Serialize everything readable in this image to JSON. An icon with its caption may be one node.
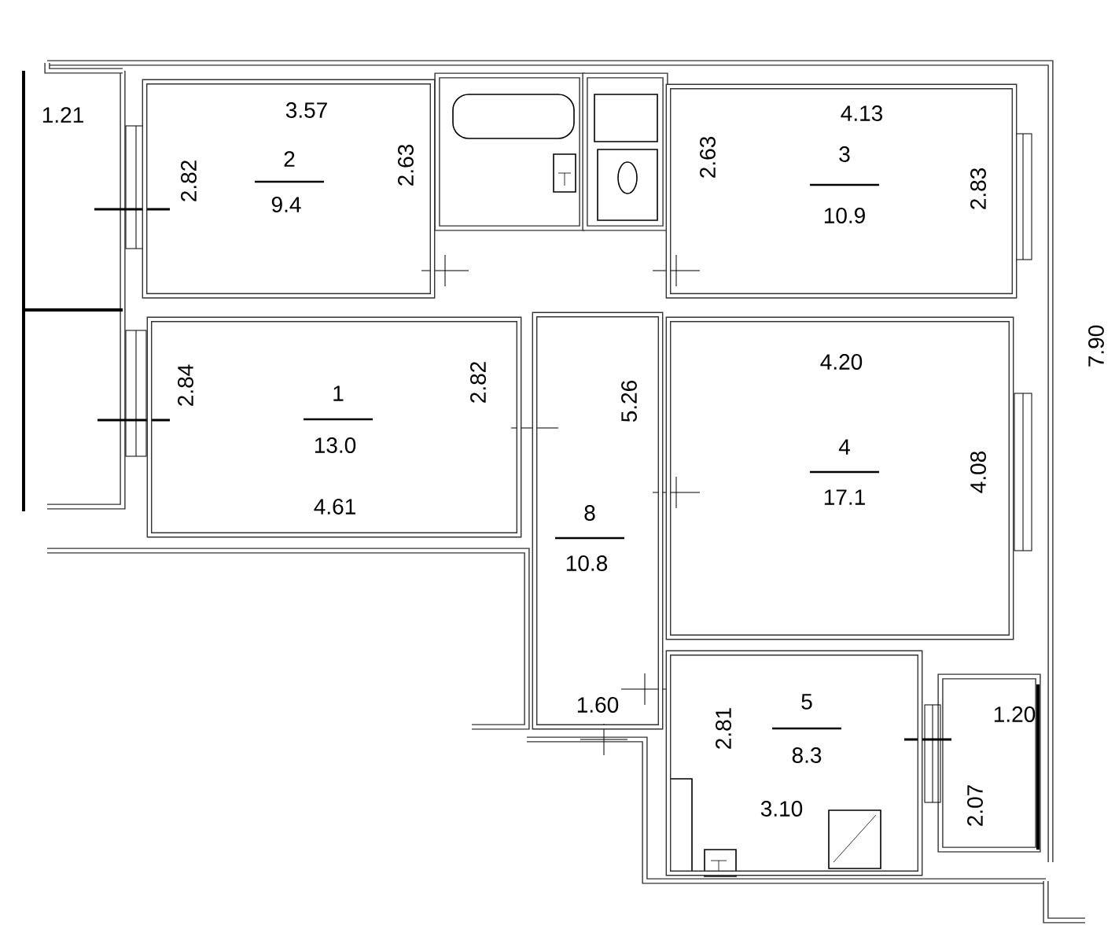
{
  "diagram": {
    "nodes": [
      {
        "text": [
          "2",
          "9.4"
        ]
      },
      {
        "text": [
          "3",
          "10.9"
        ]
      },
      {
        "text": [
          "1",
          "13.0"
        ]
      },
      {
        "text": [
          "4",
          "17.1"
        ]
      },
      {
        "text": [
          "8",
          "10.8"
        ]
      },
      {
        "text": [
          "5",
          "8.3"
        ]
      }
    ],
    "labels": [
      "1.21",
      "3.57",
      "4.13",
      "2.82",
      "2.63",
      "2.63",
      "2.83",
      "7.90",
      "4.20",
      "2.84",
      "2.82",
      "5.26",
      "4.08",
      "4.61",
      "1.60",
      "2.81",
      "1.20",
      "3.10",
      "2.07"
    ]
  }
}
